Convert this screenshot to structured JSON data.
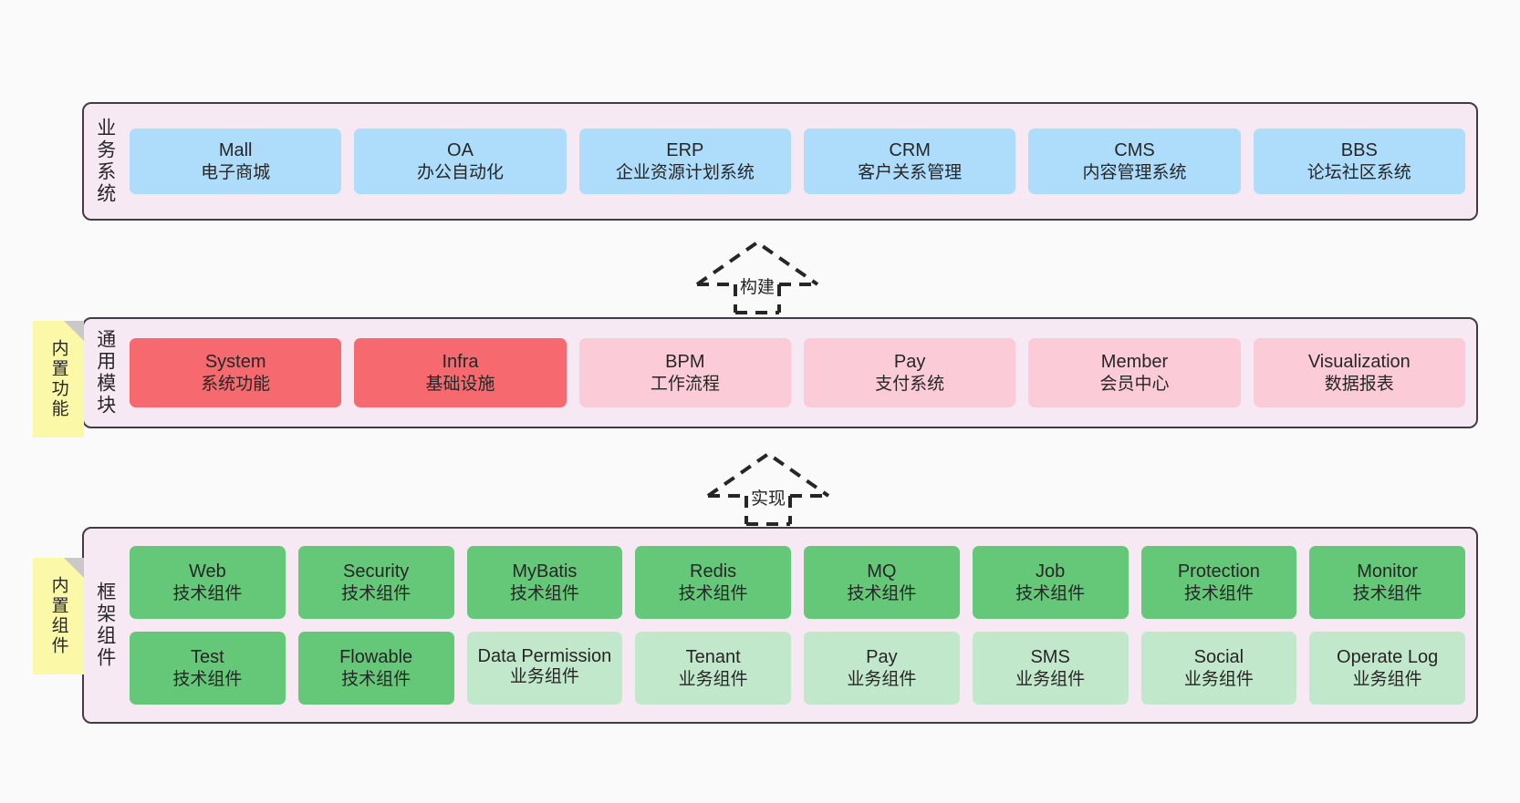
{
  "diagram": {
    "background_color": "#fafafa",
    "panel_color": "#f7e9f4",
    "panel_border_color": "#413c44",
    "note_color": "#fbf8a8"
  },
  "layers": [
    {
      "id": "business-system",
      "title": "业务系统",
      "cells": [
        {
          "en": "Mall",
          "cn": "电子商城",
          "color": "#aedcfb"
        },
        {
          "en": "OA",
          "cn": "办公自动化",
          "color": "#aedcfb"
        },
        {
          "en": "ERP",
          "cn": "企业资源计划系统",
          "color": "#aedcfb"
        },
        {
          "en": "CRM",
          "cn": "客户关系管理",
          "color": "#aedcfb"
        },
        {
          "en": "CMS",
          "cn": "内容管理系统",
          "color": "#aedcfb"
        },
        {
          "en": "BBS",
          "cn": "论坛社区系统",
          "color": "#aedcfb"
        }
      ]
    },
    {
      "id": "common-module",
      "title": "通用模块",
      "note": "内置功能",
      "cells": [
        {
          "en": "System",
          "cn": "系统功能",
          "color": "#f5696f"
        },
        {
          "en": "Infra",
          "cn": "基础设施",
          "color": "#f5696f"
        },
        {
          "en": "BPM",
          "cn": "工作流程",
          "color": "#fbccd7"
        },
        {
          "en": "Pay",
          "cn": "支付系统",
          "color": "#fbccd7"
        },
        {
          "en": "Member",
          "cn": "会员中心",
          "color": "#fbccd7"
        },
        {
          "en": "Visualization",
          "cn": "数据报表",
          "color": "#fbccd7"
        }
      ]
    },
    {
      "id": "framework-component",
      "title": "框架组件",
      "note": "内置组件",
      "row1": [
        {
          "en": "Web",
          "cn": "技术组件",
          "color": "#65c878"
        },
        {
          "en": "Security",
          "cn": "技术组件",
          "color": "#65c878"
        },
        {
          "en": "MyBatis",
          "cn": "技术组件",
          "color": "#65c878"
        },
        {
          "en": "Redis",
          "cn": "技术组件",
          "color": "#65c878"
        },
        {
          "en": "MQ",
          "cn": "技术组件",
          "color": "#65c878"
        },
        {
          "en": "Job",
          "cn": "技术组件",
          "color": "#65c878"
        },
        {
          "en": "Protection",
          "cn": "技术组件",
          "color": "#65c878"
        },
        {
          "en": "Monitor",
          "cn": "技术组件",
          "color": "#65c878"
        }
      ],
      "row2": [
        {
          "en": "Test",
          "cn": "技术组件",
          "color": "#65c878"
        },
        {
          "en": "Flowable",
          "cn": "技术组件",
          "color": "#65c878"
        },
        {
          "en": "Data Permission",
          "cn": "业务组件",
          "color": "#c2e8cb"
        },
        {
          "en": "Tenant",
          "cn": "业务组件",
          "color": "#c2e8cb"
        },
        {
          "en": "Pay",
          "cn": "业务组件",
          "color": "#c2e8cb"
        },
        {
          "en": "SMS",
          "cn": "业务组件",
          "color": "#c2e8cb"
        },
        {
          "en": "Social",
          "cn": "业务组件",
          "color": "#c2e8cb"
        },
        {
          "en": "Operate Log",
          "cn": "业务组件",
          "color": "#c2e8cb"
        }
      ]
    }
  ],
  "connectors": [
    {
      "id": "build",
      "label": "构建",
      "style": "dashed-hollow-arrow-up"
    },
    {
      "id": "implement",
      "label": "实现",
      "style": "dashed-hollow-arrow-up"
    }
  ]
}
